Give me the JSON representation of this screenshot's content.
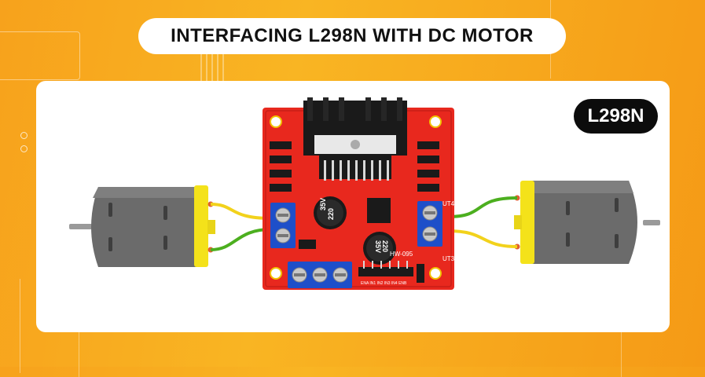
{
  "header": {
    "title": "INTERFACING L298N WITH DC MOTOR"
  },
  "badge": {
    "label": "L298N"
  },
  "board": {
    "model_label": "HW-095",
    "capacitor_voltage": "35V",
    "capacitor_value": "220",
    "out_left_label": "UT4",
    "out_right_label": "UT3",
    "pin_labels": "ENA IN1 IN2 IN3 IN4 ENB"
  },
  "colors": {
    "background": "#f7a21c",
    "board_red": "#e8281e",
    "terminal_blue": "#1e4fc9",
    "motor_gray": "#6b6b6b",
    "motor_cap_yellow": "#f4e21a",
    "wire_green": "#4caf1f",
    "wire_yellow": "#f2d21c"
  }
}
